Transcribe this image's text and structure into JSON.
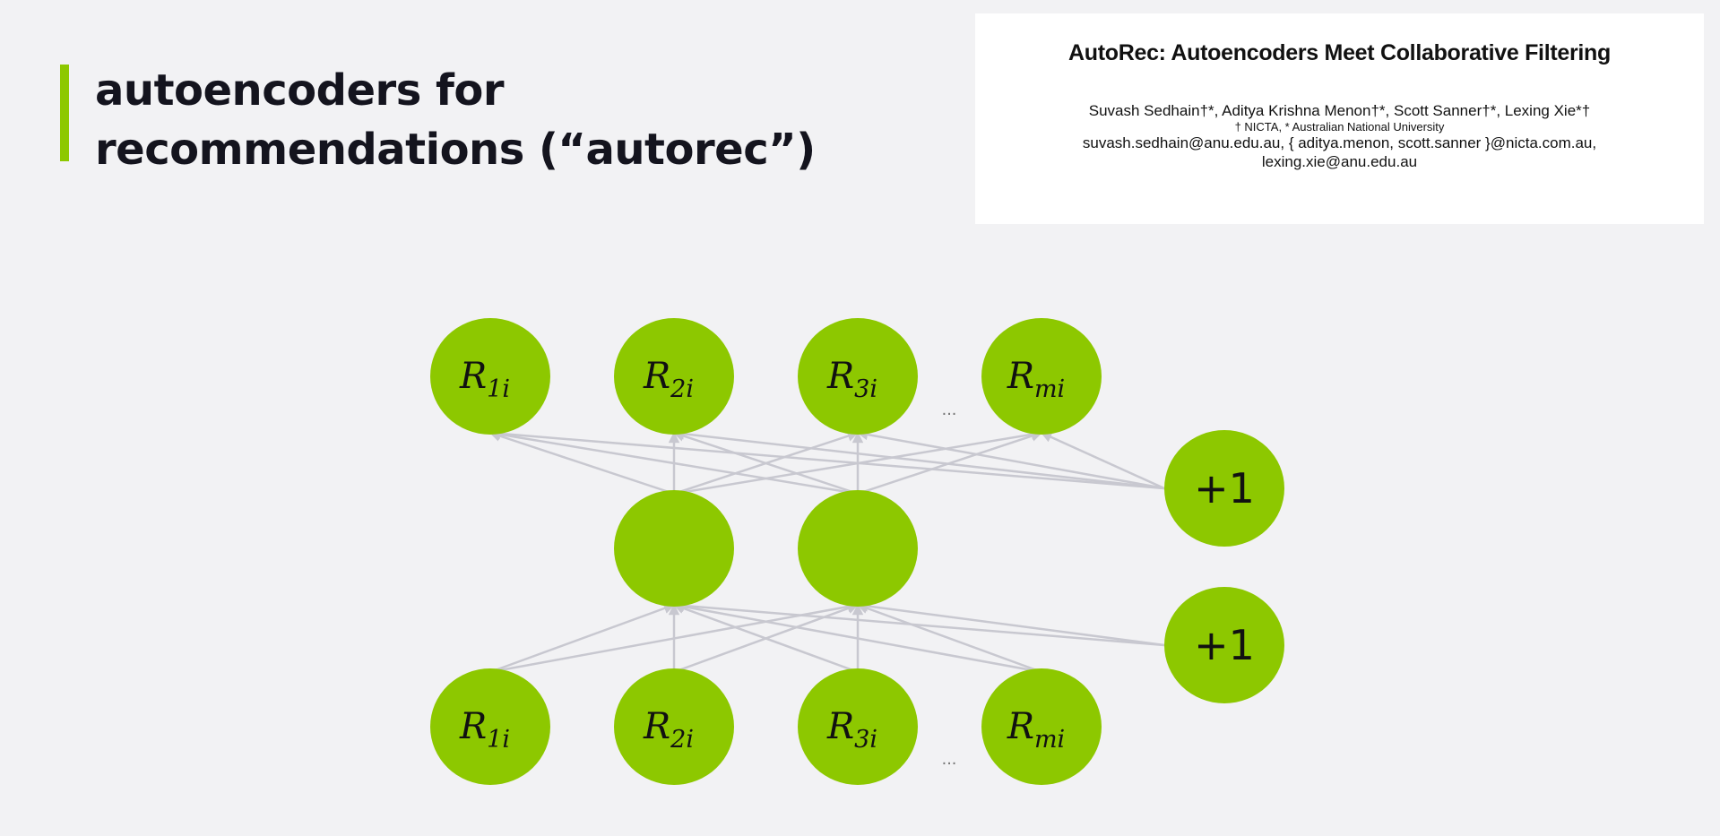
{
  "slide": {
    "title_line1": "autoencoders for",
    "title_line2": "recommendations (“autorec”)"
  },
  "paper": {
    "title": "AutoRec: Autoencoders Meet Collaborative Filtering",
    "authors": "Suvash Sedhain†*, Aditya Krishna Menon†*, Scott Sanner†*, Lexing Xie*†",
    "affiliations": "† NICTA, * Australian National University",
    "emails_line1": "suvash.sedhain@anu.edu.au, { aditya.menon, scott.sanner }@nicta.com.au,",
    "emails_line2": "lexing.xie@anu.edu.au"
  },
  "diagram": {
    "colors": {
      "node": "#8dc800",
      "edge": "#c8c8d0"
    },
    "output_nodes": [
      {
        "base": "R",
        "sub": "1i"
      },
      {
        "base": "R",
        "sub": "2i"
      },
      {
        "base": "R",
        "sub": "3i"
      },
      {
        "base": "R",
        "sub": "mi"
      }
    ],
    "hidden_nodes": 2,
    "input_nodes": [
      {
        "base": "R",
        "sub": "1i"
      },
      {
        "base": "R",
        "sub": "2i"
      },
      {
        "base": "R",
        "sub": "3i"
      },
      {
        "base": "R",
        "sub": "mi"
      }
    ],
    "bias_label": "+1",
    "ellipsis": "..."
  }
}
